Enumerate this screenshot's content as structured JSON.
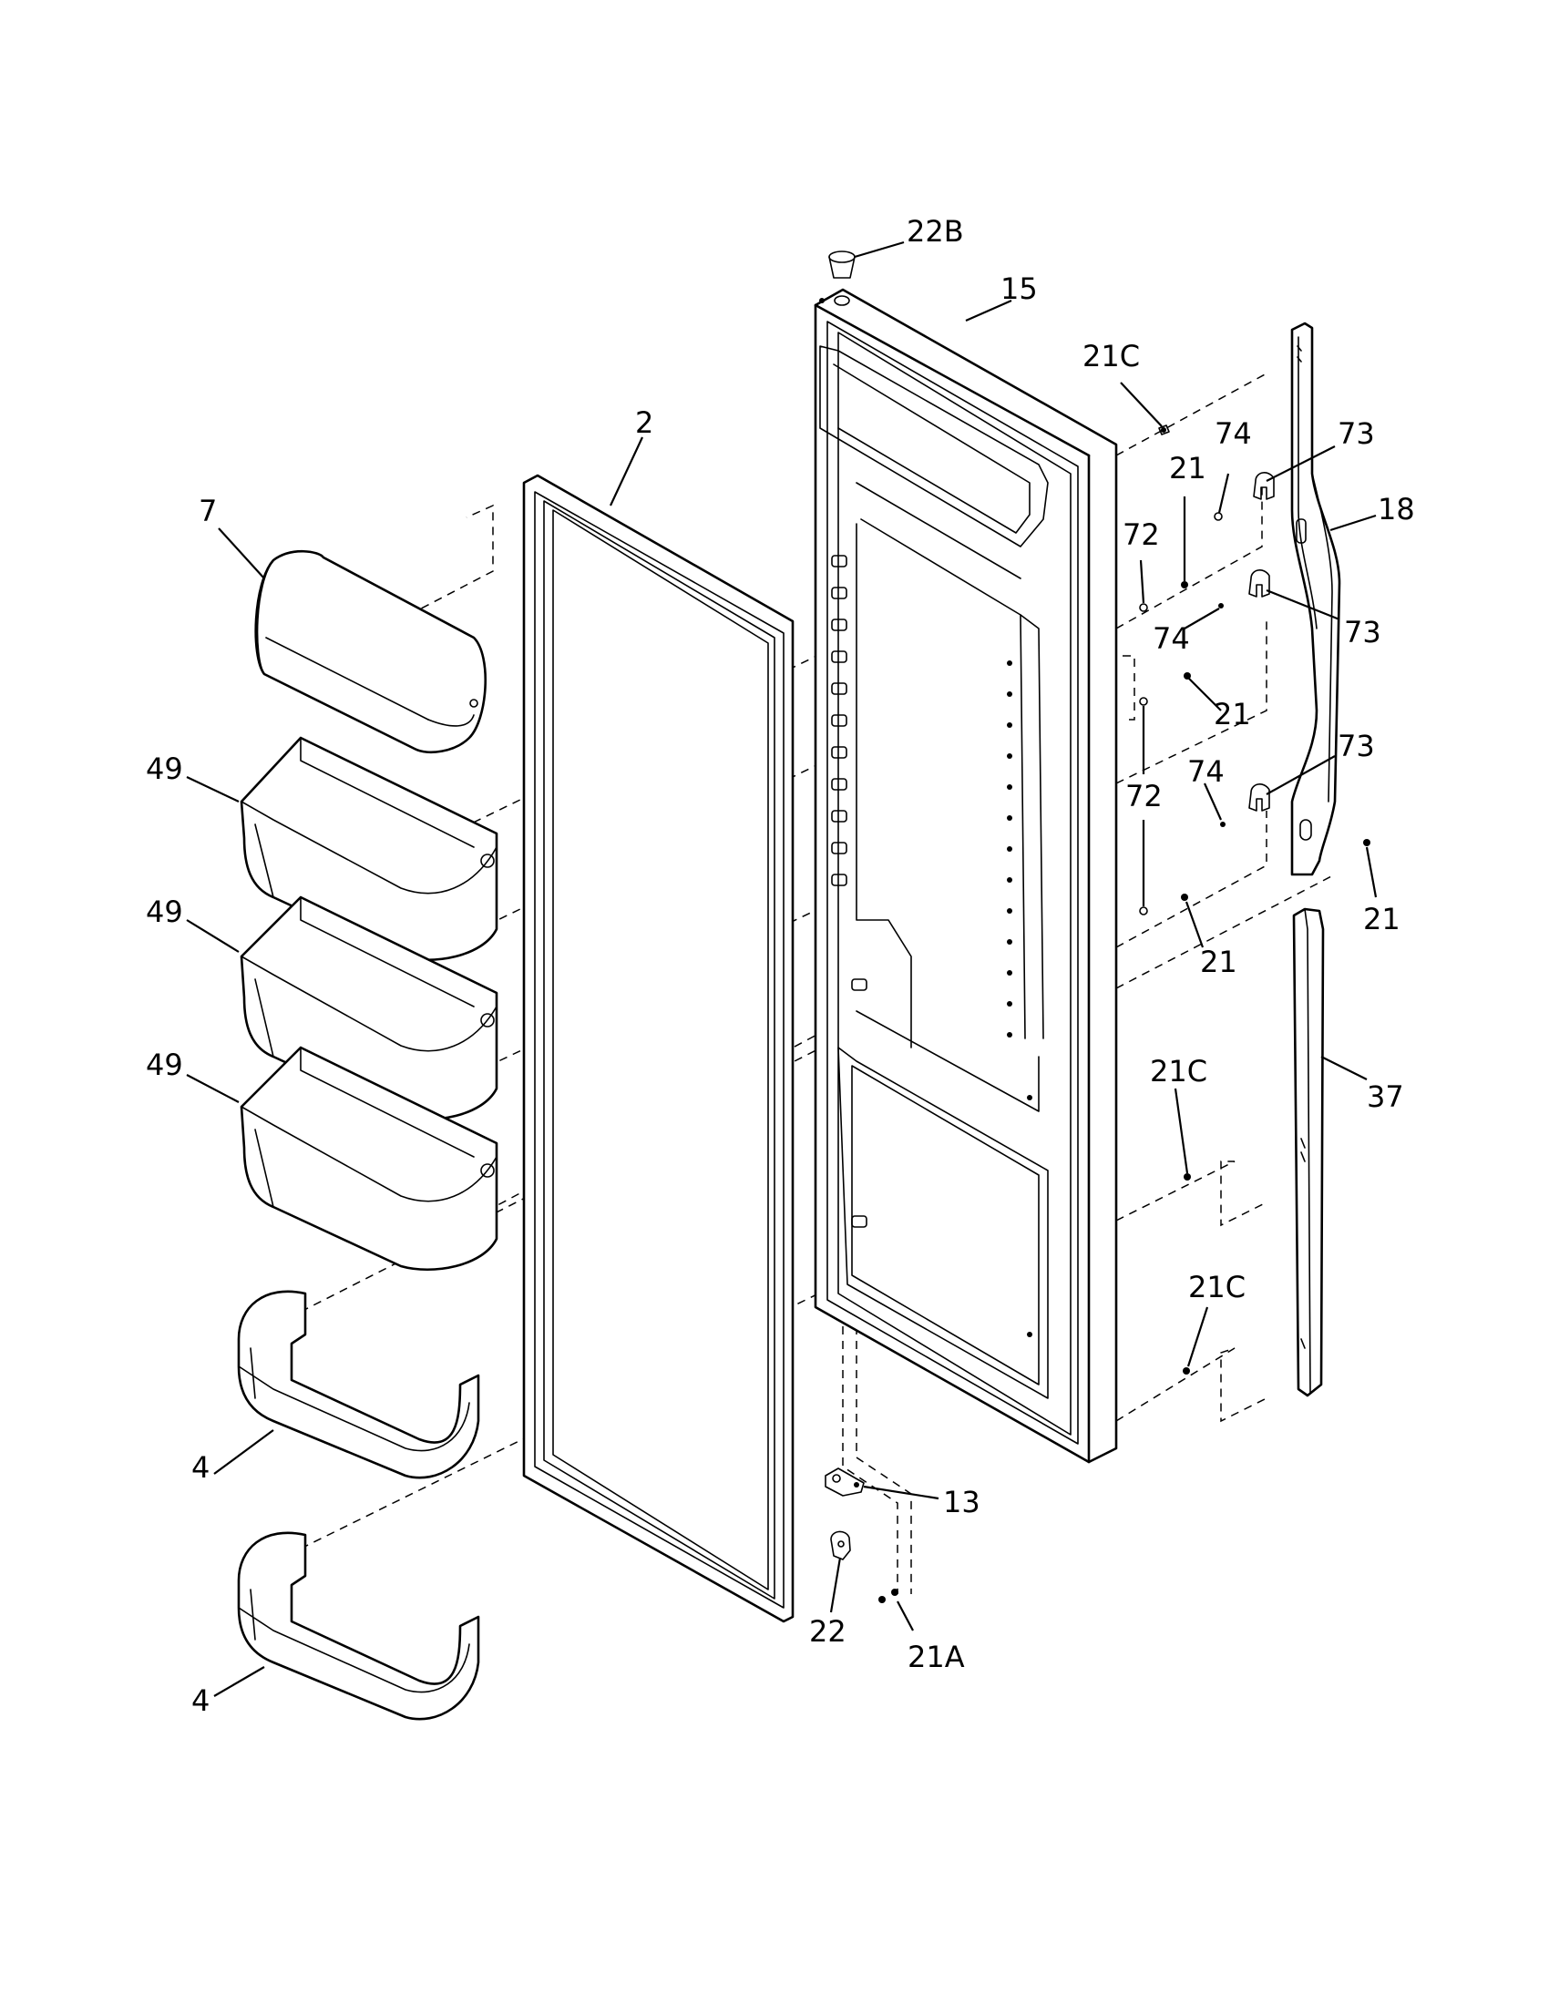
{
  "callouts": {
    "c_22B": "22B",
    "c_15": "15",
    "c_21C_top": "21C",
    "c_2": "2",
    "c_74_a": "74",
    "c_73_a": "73",
    "c_21_a": "21",
    "c_18": "18",
    "c_7": "7",
    "c_72_a": "72",
    "c_74_b": "74",
    "c_73_b": "73",
    "c_21_b": "21",
    "c_49_a": "49",
    "c_72_b": "72",
    "c_74_c": "74",
    "c_73_c": "73",
    "c_49_b": "49",
    "c_21_c": "21",
    "c_21_d": "21",
    "c_49_c": "49",
    "c_37": "37",
    "c_21C_mid": "21C",
    "c_21C_low": "21C",
    "c_4_a": "4",
    "c_13": "13",
    "c_22": "22",
    "c_21A": "21A",
    "c_4_b": "4"
  }
}
